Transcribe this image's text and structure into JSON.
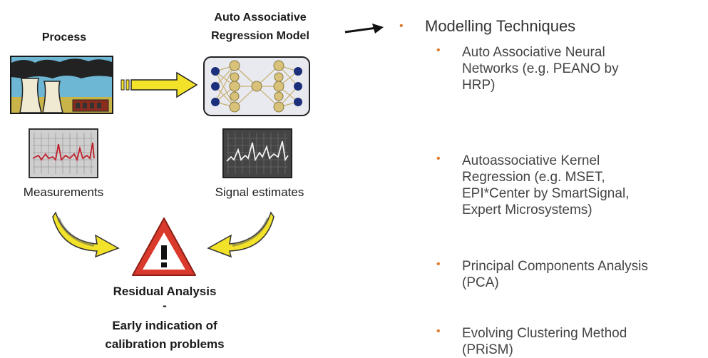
{
  "left": {
    "process_label": "Process",
    "model_label_line1": "Auto Associative",
    "model_label_line2": "Regression Model",
    "measurements_label": "Measurements",
    "signal_estimates_label": "Signal estimates",
    "residual_line1": "Residual Analysis",
    "residual_line2": "-",
    "residual_line3": "Early indication of",
    "residual_line4": "calibration problems"
  },
  "right": {
    "heading": "Modelling Techniques",
    "items": [
      {
        "line1": "Auto Associative Neural",
        "line2": "Networks (e.g. PEANO by",
        "line3": "HRP)",
        "line4": ""
      },
      {
        "line1": "Autoassociative Kernel",
        "line2": "Regression (e.g. MSET,",
        "line3": "EPI*Center by SmartSignal,",
        "line4": "Expert Microsystems)"
      },
      {
        "line1": "Principal Components Analysis",
        "line2": "(PCA)",
        "line3": "",
        "line4": ""
      },
      {
        "line1": "Evolving Clustering Method",
        "line2": "(PRiSM)",
        "line3": "",
        "line4": ""
      }
    ]
  },
  "colors": {
    "bullet": "#e07a2e",
    "arrow_fill": "#f2e22a",
    "warning_red": "#d93a2b"
  }
}
